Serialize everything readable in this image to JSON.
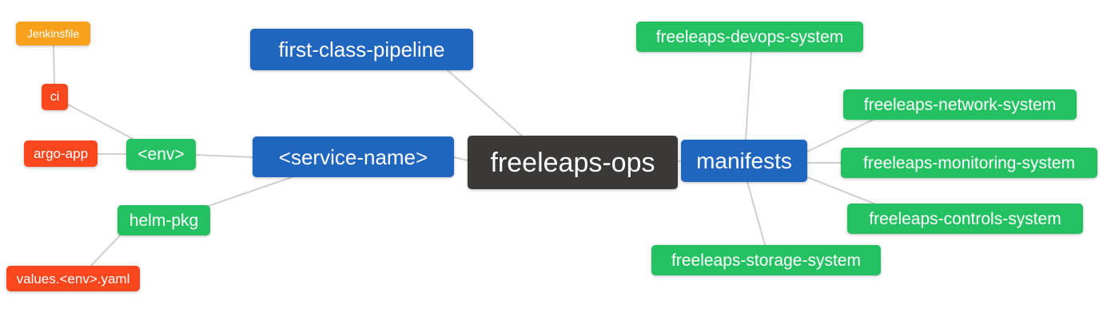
{
  "diagram": {
    "title": "freeleaps-ops mindmap",
    "background_color": "#ffffff",
    "edge_color": "#cfcfcf",
    "palette": {
      "blue": "#2065be",
      "green": "#23c162",
      "red_orange": "#fb471e",
      "orange": "#f9a11b",
      "dark": "#3b3838",
      "text": "#ffffff"
    },
    "nodes": {
      "freeleaps_ops": {
        "label": "freeleaps-ops",
        "color": "#3b3838"
      },
      "first_class_pipeline": {
        "label": "first-class-pipeline",
        "color": "#2065be"
      },
      "service_name": {
        "label": "<service-name>",
        "color": "#2065be"
      },
      "manifests": {
        "label": "manifests",
        "color": "#2065be"
      },
      "env": {
        "label": "<env>",
        "color": "#23c162"
      },
      "helm_pkg": {
        "label": "helm-pkg",
        "color": "#23c162"
      },
      "ci": {
        "label": "ci",
        "color": "#fb471e"
      },
      "argo_app": {
        "label": "argo-app",
        "color": "#fb471e"
      },
      "jenkinsfile": {
        "label": "Jenkinsfile",
        "color": "#f9a11b"
      },
      "values_env_yaml": {
        "label": "values.<env>.yaml",
        "color": "#fb471e"
      },
      "devops_system": {
        "label": "freeleaps-devops-system",
        "color": "#23c162"
      },
      "network_system": {
        "label": "freeleaps-network-system",
        "color": "#23c162"
      },
      "monitoring_system": {
        "label": "freeleaps-monitoring-system",
        "color": "#23c162"
      },
      "controls_system": {
        "label": "freeleaps-controls-system",
        "color": "#23c162"
      },
      "storage_system": {
        "label": "freeleaps-storage-system",
        "color": "#23c162"
      }
    },
    "edges": [
      {
        "from": "jenkinsfile",
        "to": "ci"
      },
      {
        "from": "ci",
        "to": "env"
      },
      {
        "from": "argo_app",
        "to": "env"
      },
      {
        "from": "env",
        "to": "service_name"
      },
      {
        "from": "helm_pkg",
        "to": "service_name"
      },
      {
        "from": "values_env_yaml",
        "to": "helm_pkg"
      },
      {
        "from": "first_class_pipeline",
        "to": "freeleaps_ops"
      },
      {
        "from": "service_name",
        "to": "freeleaps_ops"
      },
      {
        "from": "freeleaps_ops",
        "to": "manifests"
      },
      {
        "from": "manifests",
        "to": "devops_system"
      },
      {
        "from": "manifests",
        "to": "network_system"
      },
      {
        "from": "manifests",
        "to": "monitoring_system"
      },
      {
        "from": "manifests",
        "to": "controls_system"
      },
      {
        "from": "manifests",
        "to": "storage_system"
      }
    ]
  }
}
